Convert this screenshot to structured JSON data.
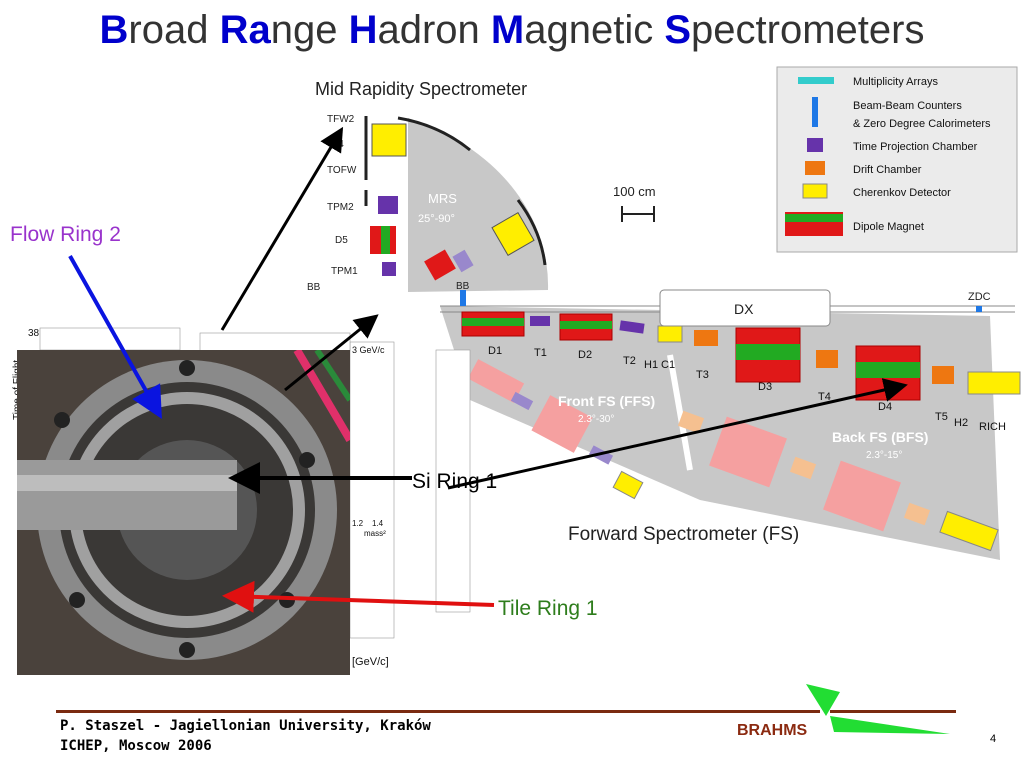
{
  "title": {
    "parts": [
      {
        "cap": "B",
        "rest": "road "
      },
      {
        "cap": "Ra",
        "rest": "nge "
      },
      {
        "cap": "H",
        "rest": "adron "
      },
      {
        "cap": "M",
        "rest": "agnetic "
      },
      {
        "cap": "S",
        "rest": "pectrometers"
      }
    ]
  },
  "mrs": {
    "heading": "Mid Rapidity Spectrometer",
    "labels": [
      "TFW2",
      "C4",
      "TOFW",
      "TPM2",
      "D5",
      "TPM1",
      "BB"
    ],
    "region_name": "MRS",
    "region_angle": "25°-90°"
  },
  "scale_label": "100 cm",
  "legend": {
    "items": [
      {
        "text": "Multiplicity Arrays",
        "color": "#33cccc"
      },
      {
        "text": "Beam-Beam Counters",
        "text2": "& Zero Degree Calorimeters",
        "color": "#1e78e6"
      },
      {
        "text": "Time Projection Chamber",
        "color": "#6633aa"
      },
      {
        "text": "Drift Chamber",
        "color": "#ee7711"
      },
      {
        "text": "Cherenkov Detector",
        "color": "#ffee00"
      },
      {
        "text": "Dipole Magnet",
        "color": "#e01818",
        "color2": "#22aa22"
      }
    ]
  },
  "forward": {
    "dx_label": "DX",
    "zdc_label": "ZDC",
    "bb_label": "BB",
    "detector_labels": [
      "D1",
      "T1",
      "D2",
      "T2",
      "H1",
      "C1",
      "T3",
      "D3",
      "T4",
      "D4",
      "T5",
      "H2",
      "RICH"
    ],
    "front_name": "Front FS (FFS)",
    "front_angle": "2.3°-30°",
    "back_name": "Back FS (BFS)",
    "back_angle": "2.3°-15°",
    "caption": "Forward Spectrometer (FS)"
  },
  "plot_fragments": {
    "y_axis_label": "Time of Flight",
    "y_tick": "38",
    "momentum_note": "3 GeV/c",
    "x_ticks": [
      "1.2",
      "1.4"
    ],
    "x_unit": "mass²",
    "bottom_unit": "[GeV/c]"
  },
  "callouts": {
    "flow_ring": "Flow Ring 2",
    "si_ring": "Si Ring 1",
    "tile_ring": "Tile Ring 1"
  },
  "colors": {
    "title_cap": "#0000cc",
    "flow_ring": "#9933cc",
    "tile_ring": "#2e7d1c",
    "footer_rule": "#7a2a10",
    "region_gray": "#c8c8c8"
  },
  "footer": {
    "line1": "P. Staszel - Jagiellonian University, Kraków",
    "line2": "ICHEP, Moscow 2006",
    "brand": "BRAHMS",
    "page": "4"
  }
}
